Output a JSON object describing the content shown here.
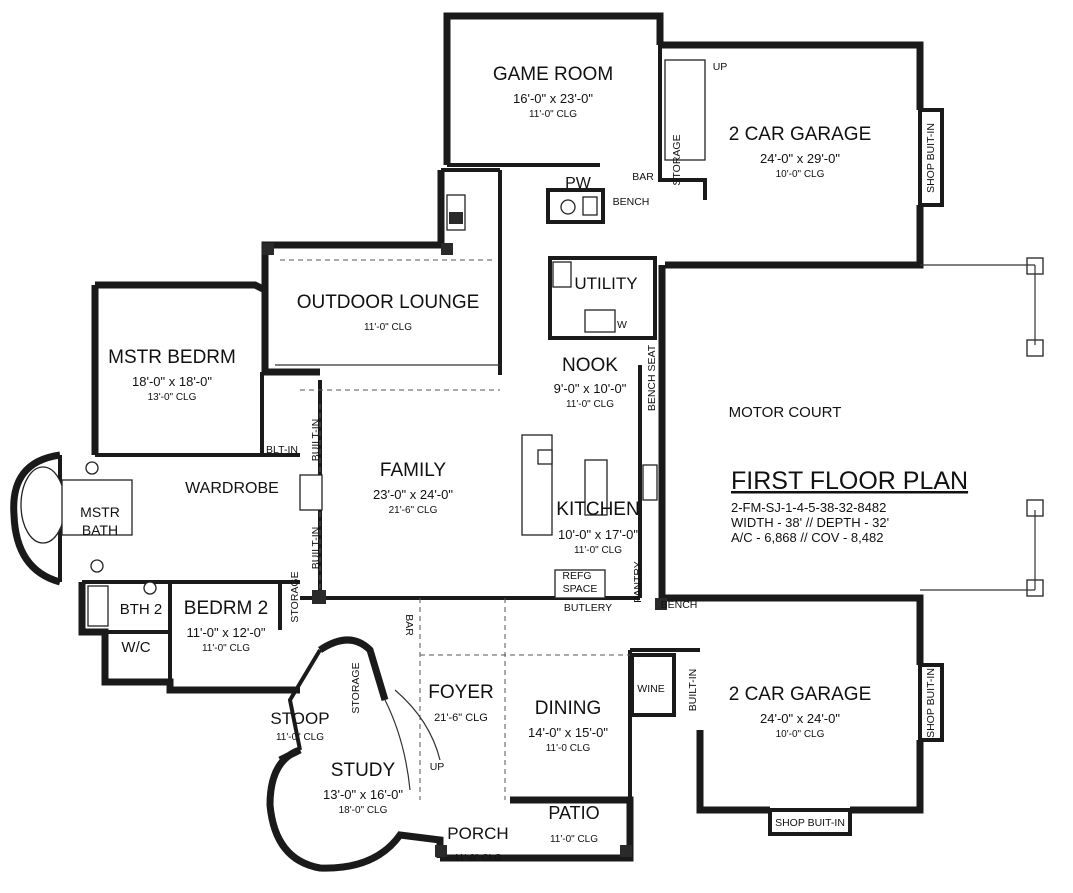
{
  "plan": {
    "title": "FIRST FLOOR PLAN",
    "info": [
      "2-FM-SJ-1-4-5-38-32-8482",
      "WIDTH - 38' // DEPTH - 32'",
      "A/C - 6,868 // COV - 8,482"
    ]
  },
  "rooms": {
    "game_room": {
      "name": "GAME ROOM",
      "size": "16'-0\" x 23'-0\"",
      "clg": "11'-0\" CLG"
    },
    "garage_top": {
      "name": "2 CAR GARAGE",
      "size": "24'-0\" x 29'-0\"",
      "clg": "10'-0\" CLG"
    },
    "garage_bottom": {
      "name": "2 CAR GARAGE",
      "size": "24'-0\" x 24'-0\"",
      "clg": "10'-0\" CLG"
    },
    "outdoor_lounge": {
      "name": "OUTDOOR LOUNGE",
      "clg": "11'-0\" CLG"
    },
    "mstr_bedrm": {
      "name": "MSTR BEDRM",
      "size": "18'-0\" x 18'-0\"",
      "clg": "13'-0\" CLG"
    },
    "mstr_bath": {
      "line1": "MSTR",
      "line2": "BATH"
    },
    "wardrobe": {
      "name": "WARDROBE"
    },
    "family": {
      "name": "FAMILY",
      "size": "23'-0\" x 24'-0\"",
      "clg": "21'-6\" CLG"
    },
    "nook": {
      "name": "NOOK",
      "size": "9'-0\" x 10'-0\"",
      "clg": "11'-0\" CLG"
    },
    "kitchen": {
      "name": "KITCHEN",
      "size": "10'-0\" x 17'-0\"",
      "clg": "11'-0\" CLG"
    },
    "utility": {
      "name": "UTILITY"
    },
    "pw": {
      "name": "PW"
    },
    "bth2": {
      "name": "BTH 2"
    },
    "wc": {
      "name": "W/C"
    },
    "bedrm2": {
      "name": "BEDRM 2",
      "size": "11'-0\" x 12'-0\"",
      "clg": "11'-0\" CLG"
    },
    "foyer": {
      "name": "FOYER",
      "clg": "21'-6\" CLG"
    },
    "dining": {
      "name": "DINING",
      "size": "14'-0\" x 15'-0\"",
      "clg": "11'-0 CLG"
    },
    "study": {
      "name": "STUDY",
      "size": "13'-0\" x 16'-0\"",
      "clg": "18'-0\" CLG"
    },
    "stoop": {
      "name": "STOOP",
      "clg": "11'-0\" CLG"
    },
    "porch": {
      "name": "PORCH",
      "clg": "11'-0\" CLG"
    },
    "patio": {
      "name": "PATIO",
      "clg": "11'-0\" CLG"
    }
  },
  "labels": {
    "motor_court": "MOTOR COURT",
    "shop_built_in_top": "SHOP BUIT-IN",
    "shop_built_in_right": "SHOP BUIT-IN",
    "shop_built_in_bottom": "SHOP BUIT-IN",
    "up_top": "UP",
    "up_stairs": "UP",
    "storage_garage": "STORAGE",
    "storage_bedrm": "STORAGE",
    "storage_foyer": "STORAGE",
    "bar_top": "BAR",
    "bar_foyer": "BAR",
    "bench_pw": "BENCH",
    "bench_garage": "BENCH",
    "bench_seat": "BENCH SEAT",
    "built_in_family_top": "BUILT-IN",
    "built_in_family_bottom": "BUILT-IN",
    "built_in_dining": "BUILT-IN",
    "blt_in": "BLT-IN",
    "refg_space_1": "REFG",
    "refg_space_2": "SPACE",
    "pantry": "PANTRY",
    "butlery": "BUTLERY",
    "wine": "WINE",
    "washer": "W"
  }
}
